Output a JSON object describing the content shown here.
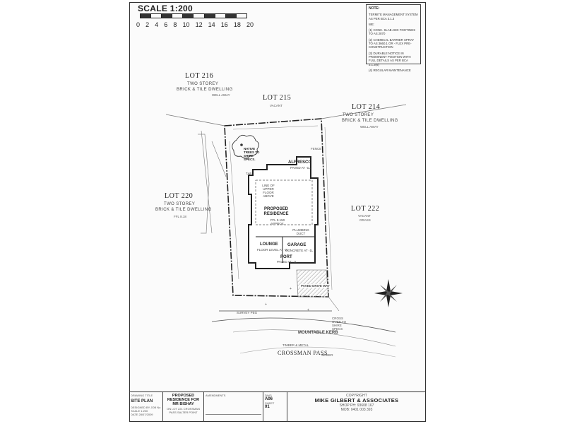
{
  "scale": {
    "title": "SCALE 1:200",
    "ticks": [
      "0",
      "2",
      "4",
      "6",
      "8",
      "10",
      "12",
      "14",
      "16",
      "18",
      "20"
    ]
  },
  "notes": {
    "title": "NOTE:",
    "items": [
      "TERMITE MANAGEMENT SYSTEM AS PER BCA 3.1.3",
      "WE:",
      "(1) CONC. SLAB AND FOOTINGS TO AS 2870",
      "(2) CHEMICAL BARRIER SPRAY TO AS 3660.1 OR - FLEX PRE-CONSTRUCTION",
      "(3) DURABLE NOTICE IN PROMINENT POSITION WITH FULL DETAILS AS PER BCA 3.1.3(6)",
      "(4) REGULAR MAINTENANCE"
    ]
  },
  "lots": {
    "lot216": {
      "name": "LOT 216",
      "desc": "TWO STOREY",
      "desc2": "BRICK & TILE DWELLING",
      "note": "WELL AWAY"
    },
    "lot215": {
      "name": "LOT 215",
      "desc": "VACANT"
    },
    "lot214": {
      "name": "LOT 214",
      "desc": "TWO STOREY",
      "desc2": "BRICK & TILE DWELLING",
      "note": "WELL AWAY"
    },
    "lot220": {
      "name": "LOT 220",
      "desc": "TWO STOREY",
      "desc2": "BRICK & TILE DWELLING",
      "note": "FFL 8.18"
    },
    "lot222": {
      "name": "LOT 222",
      "desc": "VACANT",
      "desc2": "GRASS"
    }
  },
  "site": {
    "native_trees": "NATIVE TREES TO SHIRE SPECS.",
    "alfresco": "ALFRESCO",
    "alfresco_sub": "PAVED AT -1L",
    "upper_floor": "LINE OF UPPER FLOOR ABOVE",
    "residence": "PROPOSED RESIDENCE",
    "residence_sub": "FFL 9.150 APPROX.",
    "lounge": "LOUNGE",
    "lounge_sub": "FLOOR LEVEL AT -2L",
    "garage": "GARAGE",
    "garage_sub": "CONCRETE AT -1L",
    "port": "PORT",
    "port_sub": "PAVED AT -1L",
    "paved_drive": "PAVED DRIVE WAY",
    "mountable_kerb": "MOUNTABLE KERB",
    "street": "CROSSMAN PASS",
    "street_note": "TIMBER & METAL",
    "tap": "TAP",
    "fence": "FENCE",
    "plumbing": "PLUMBING DUCT",
    "survey_note": "SURVEY PEG",
    "crossover": "CROSS OVER TO SHIRE SPECS",
    "sewer": "SEWER"
  },
  "title_block": {
    "drawing_title_label": "DRAWING TITLE",
    "drawing_title": "SITE PLAN",
    "designed_label": "DESIGNED BY",
    "job_label": "JOB No",
    "scale_label": "SCALE",
    "scale_val": "1:200",
    "date_label": "DATE",
    "date_val": "28/07/2009",
    "project": "PROPOSED RESIDENCE FOR MR BISHAY",
    "project_addr": "ON LOT 221 CROSSMAN PASS SALTER POINT",
    "amendments_label": "AMENDMENTS",
    "dwg_label": "DWG",
    "dwg_val": "A06",
    "sheet_label": "SHEET",
    "sheet_val": "01",
    "copyright": "COPYRIGHT",
    "company": "MIKE GILBERT & ASSOCIATES",
    "shop_ph": "SHOP PH: 93608 167",
    "mob": "MOB: 0401 003 393"
  },
  "colors": {
    "ink": "#222222",
    "hatch": "#9a9a9a",
    "paper": "#fbfbfb"
  }
}
